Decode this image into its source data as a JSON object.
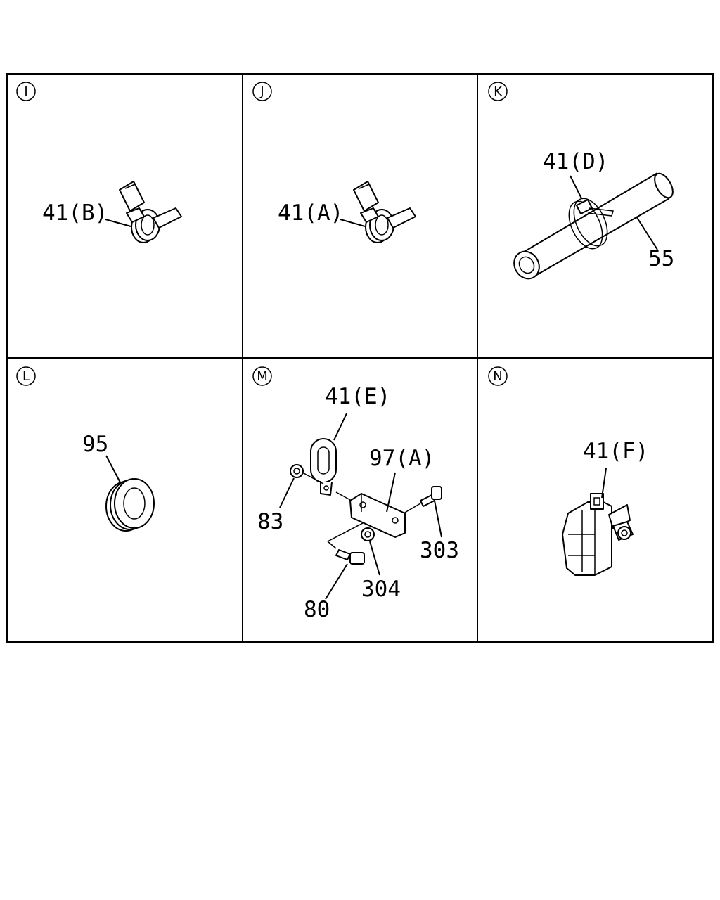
{
  "panels": [
    {
      "id": "I",
      "callouts": [
        "41(B)"
      ]
    },
    {
      "id": "J",
      "callouts": [
        "41(A)"
      ]
    },
    {
      "id": "K",
      "callouts": [
        "41(D)",
        "55"
      ]
    },
    {
      "id": "L",
      "callouts": [
        "95"
      ]
    },
    {
      "id": "M",
      "callouts": [
        "41(E)",
        "97(A)",
        "83",
        "303",
        "304",
        "80"
      ]
    },
    {
      "id": "N",
      "callouts": [
        "41(F)"
      ]
    }
  ],
  "colors": {
    "line": "#000000",
    "background": "#ffffff"
  }
}
